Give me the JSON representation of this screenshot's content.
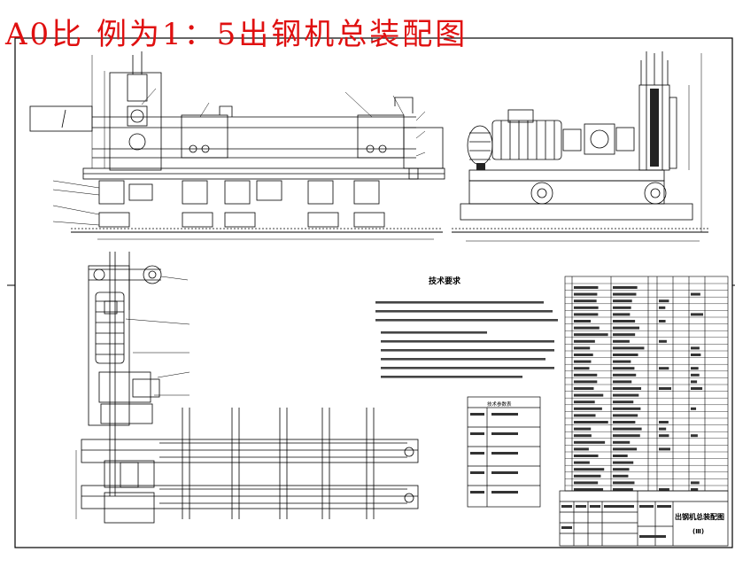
{
  "title": "A0比 例为1：5出钢机总装配图",
  "technical_notes_title": "技术要求",
  "drawing_name": "出钢机总装配图",
  "drawing_code": "(Ⅲ)",
  "spec_table_title": "技术参数表"
}
